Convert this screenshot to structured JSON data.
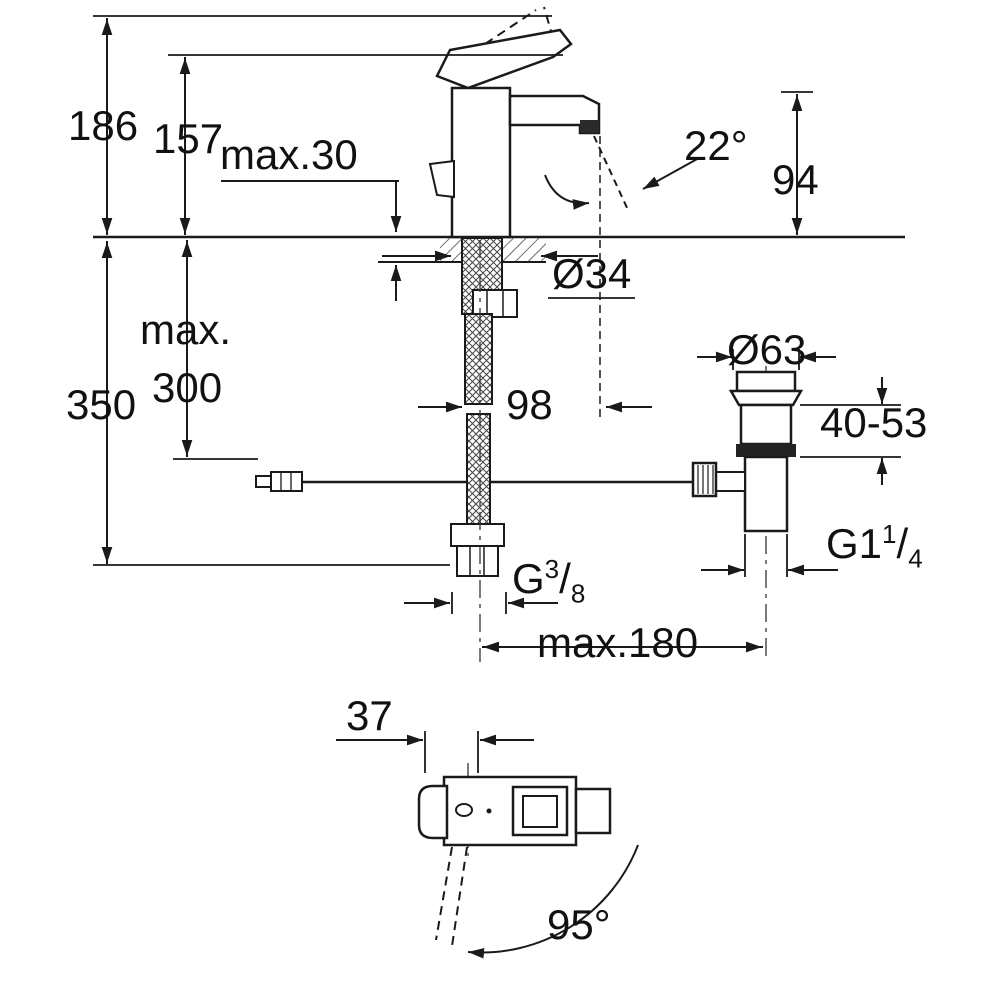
{
  "page": {
    "background": "#ffffff",
    "line_color": "#1a1a1a"
  },
  "drawing": {
    "labels": {
      "total_height": "186",
      "spout_height": "157",
      "max_deck": "max.30",
      "spout_angle": "22°",
      "outlet_height": "94",
      "hole_diameter": "Ø34",
      "max_word": "max.",
      "max_depth": "300",
      "total_depth": "350",
      "spout_reach": "98",
      "waste_diameter": "Ø63",
      "waste_range": "40-53",
      "rod_length": "max.180",
      "body_width": "37",
      "swivel_angle": "95°",
      "g114_parts": [
        "G1",
        "1",
        "/",
        "4"
      ],
      "g38_parts": [
        "G",
        "3",
        "/",
        "8"
      ]
    }
  }
}
